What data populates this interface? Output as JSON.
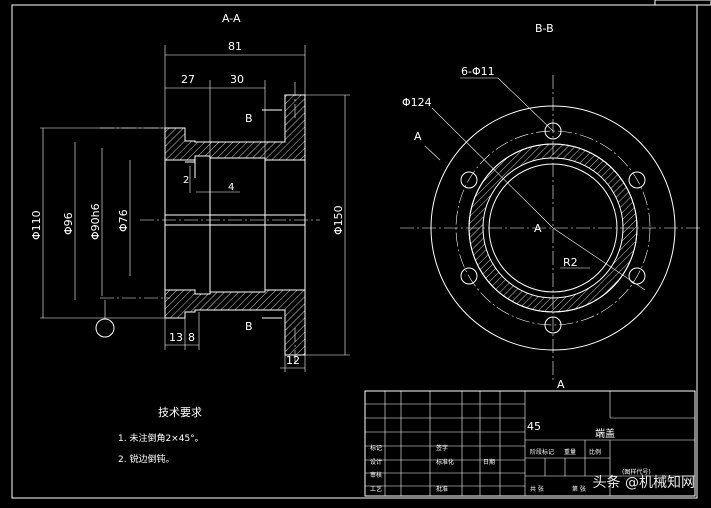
{
  "views": {
    "section_a": "A-A",
    "section_b": "B-B"
  },
  "section_a_dims": {
    "total_width": "81",
    "w27": "27",
    "w30": "30",
    "d110": "Φ110",
    "d96": "Φ96",
    "d90": "Φ90h6",
    "d76": "Φ76",
    "d150": "Φ150",
    "gap2": "2",
    "gap4": "4",
    "w13": "13",
    "w8": "8",
    "w12": "12",
    "cut_top": "B",
    "cut_bottom": "B"
  },
  "section_b_dims": {
    "holes": "6-Φ11",
    "pcd": "Φ124",
    "radius": "R2",
    "label_a_left": "A",
    "label_a_center": "A",
    "label_a_bottom": "A"
  },
  "tech_req": {
    "title": "技术要求",
    "item1": "1. 未注倒角2×45°。",
    "item2": "2. 锐边倒钝。"
  },
  "title_block": {
    "material": "45",
    "part_name": "端盖",
    "r1": "标记",
    "r2": "设计",
    "r3": "审核",
    "r4": "工艺",
    "c1": "签字",
    "c2": "标准化",
    "c3": "日期",
    "c4": "批准",
    "c5": "阶段标记",
    "c6": "重量",
    "c7": "比例",
    "c8": "共 张",
    "c9": "第 张",
    "c10": "(图样代号)"
  },
  "watermark": "头条 @机械知网"
}
